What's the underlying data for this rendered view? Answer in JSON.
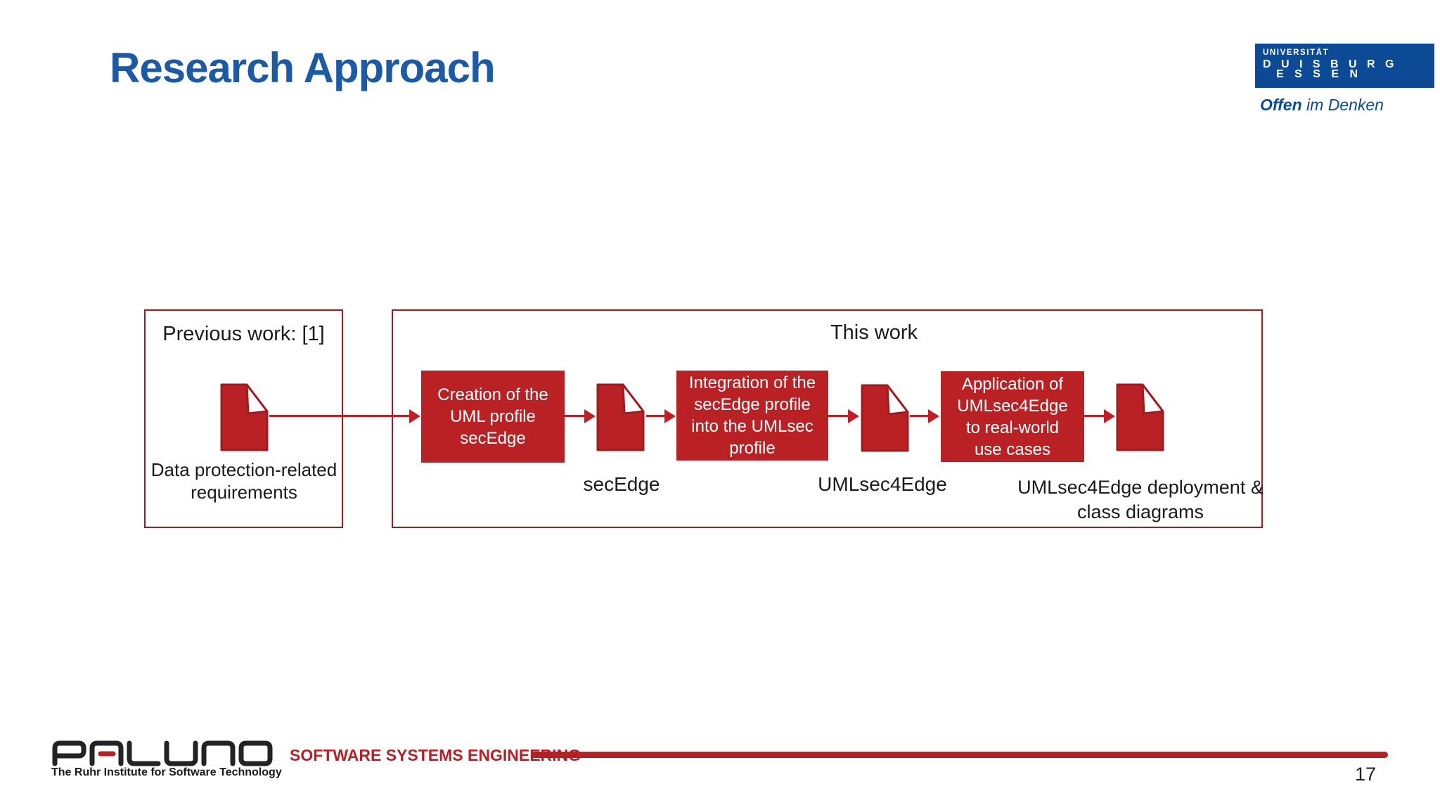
{
  "slide": {
    "title": "Research Approach",
    "page_number": "17"
  },
  "university_logo": {
    "line1": "UNIVERSITÄT",
    "line2": "D U I S B U R G",
    "line3": "E S S E N",
    "motto_bold": "Offen",
    "motto_rest": " im Denken"
  },
  "diagram": {
    "previous_work": {
      "title": "Previous work: [1]",
      "artifact": "Data protection-related\nrequirements"
    },
    "this_work": {
      "title": "This work"
    },
    "steps": [
      {
        "label": "Creation of the\nUML profile\nsecEdge"
      },
      {
        "label": "Integration of the\nsecEdge profile\ninto the UMLsec\nprofile"
      },
      {
        "label": "Application of\nUMLsec4Edge\nto real-world\nuse cases"
      }
    ],
    "artifacts": [
      {
        "label": "secEdge"
      },
      {
        "label": "UMLsec4Edge"
      },
      {
        "label": "UMLsec4Edge deployment &\nclass diagrams"
      }
    ],
    "colors": {
      "step_fill": "#B92125",
      "outline_border": "#9E1B1F",
      "arrow": "#C02025",
      "title_blue": "#1C5AA6",
      "university_blue": "#0C4A96",
      "footer_red": "#B52025"
    }
  },
  "footer": {
    "logo_text": "PALUNO",
    "logo_tagline": "The Ruhr Institute for Software Technology",
    "department": "SOFTWARE SYSTEMS ENGINEERING"
  }
}
